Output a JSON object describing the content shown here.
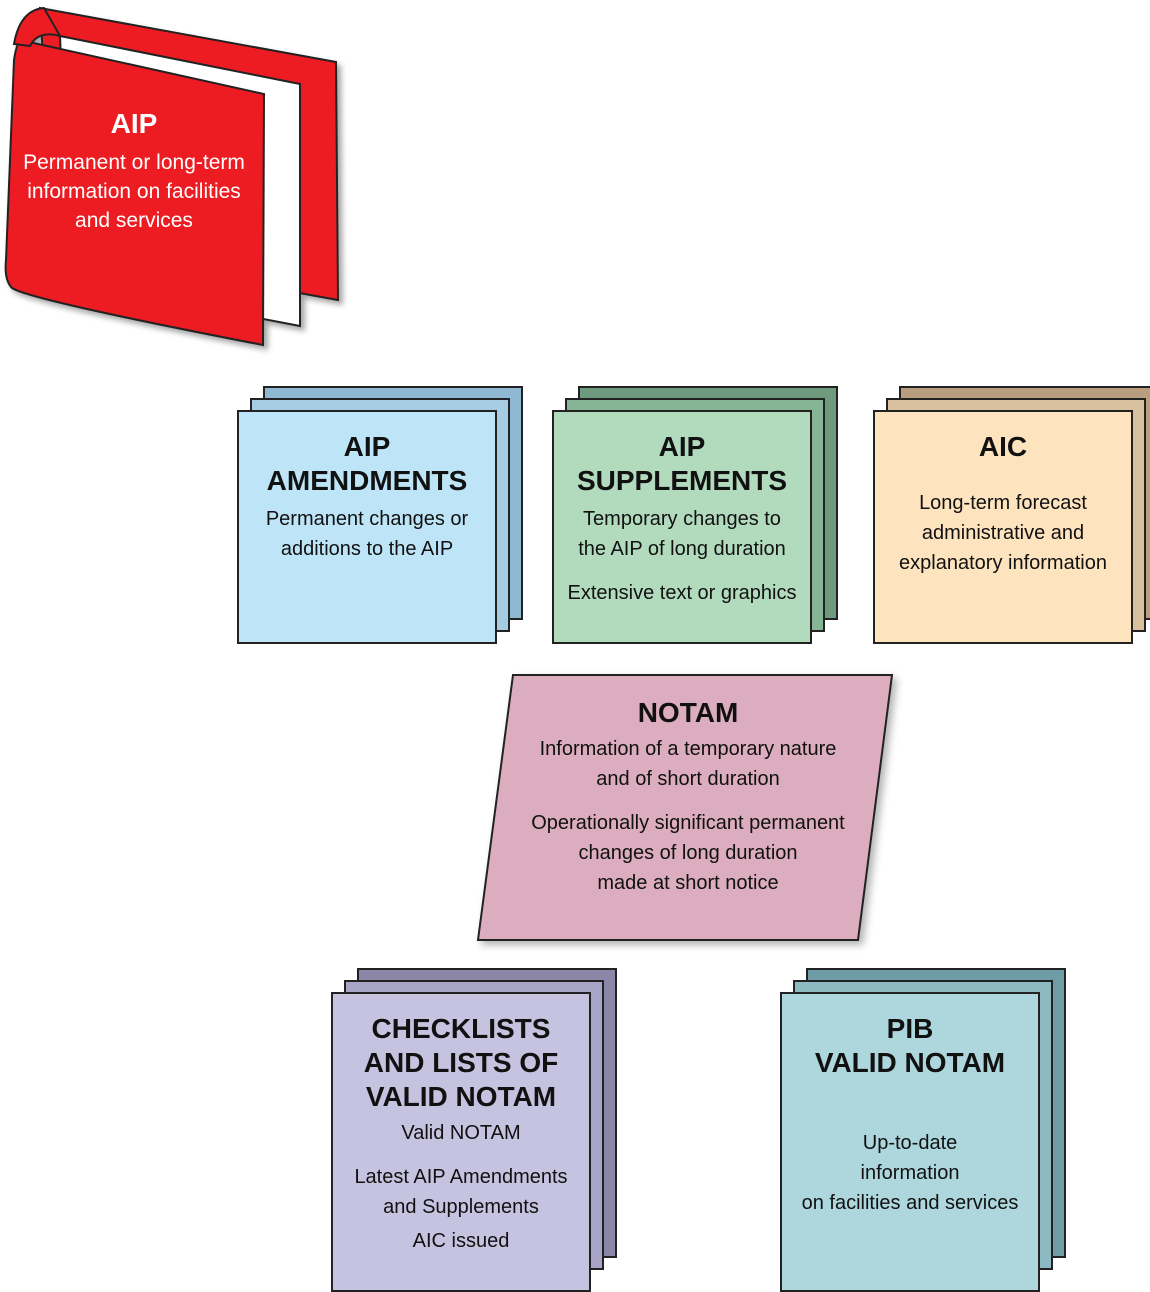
{
  "aip": {
    "title": "AIP",
    "lines": [
      "Permanent or long-term",
      "information on facilities",
      "and services"
    ],
    "color": "#ED1C24"
  },
  "amendments": {
    "title_lines": [
      "AIP",
      "AMENDMENTS"
    ],
    "text_lines": [
      "Permanent changes or",
      "additions to the AIP"
    ],
    "colors": {
      "front": "#BEE5F7",
      "back": "#8FB8D2"
    }
  },
  "supplements": {
    "title_lines": [
      "AIP",
      "SUPPLEMENTS"
    ],
    "text_lines": [
      "Temporary changes to",
      "the AIP of long duration"
    ],
    "text_lines_2": [
      "Extensive text or graphics"
    ],
    "colors": {
      "front": "#B2DBBE",
      "back": "#6E9B7E"
    }
  },
  "aic": {
    "title_lines": [
      "AIC"
    ],
    "text_lines": [
      "Long-term forecast",
      "administrative and",
      "explanatory information"
    ],
    "colors": {
      "front": "#FDE3BE",
      "back": "#B89E7E"
    }
  },
  "notam": {
    "title": "NOTAM",
    "text_lines": [
      "Information of a temporary nature",
      "and of short duration"
    ],
    "text_lines_2": [
      "Operationally significant permanent",
      "changes of long duration",
      "made at short notice"
    ],
    "color": "#DCADBE"
  },
  "checklists": {
    "title_lines": [
      "CHECKLISTS",
      "AND LISTS OF",
      "VALID NOTAM"
    ],
    "text_lines": [
      "Valid NOTAM"
    ],
    "text_lines_2": [
      "Latest AIP Amendments",
      "and Supplements"
    ],
    "text_lines_3": [
      "AIC issued"
    ],
    "colors": {
      "front": "#C6C3E0",
      "back": "#8A87A8"
    }
  },
  "pib": {
    "title_lines": [
      "PIB",
      "VALID NOTAM"
    ],
    "text_lines": [
      "Up-to-date",
      "information",
      "on facilities and services"
    ],
    "colors": {
      "front": "#ADD6DD",
      "back": "#6E9DA5"
    }
  }
}
